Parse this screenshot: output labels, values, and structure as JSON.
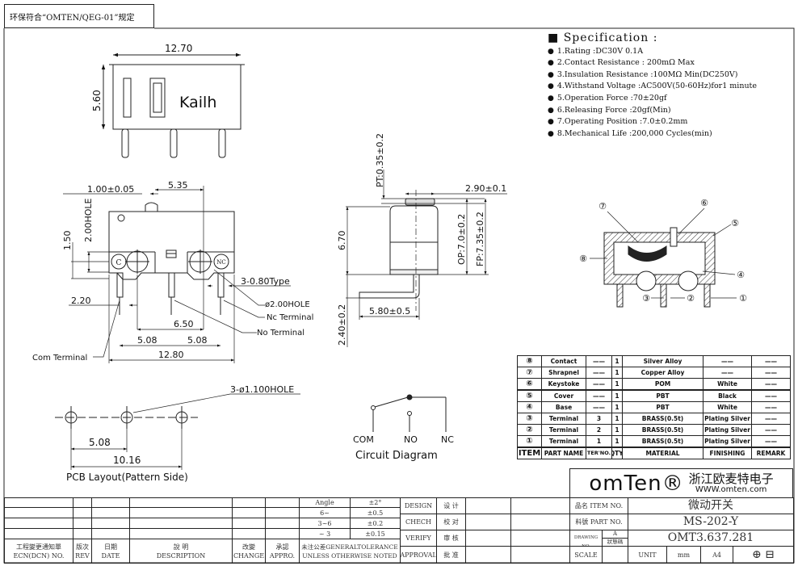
{
  "header_note": "环保符合“OMTEN/QEG-01”规定",
  "top_view": {
    "width": "12.70",
    "height": "5.60",
    "brand": "Kailh"
  },
  "side_view": {
    "d_plunger": "1.00±0.05",
    "d_535": "5.35",
    "d_hole": "2.00HOLE",
    "d_150": "1.50",
    "d_type": "3-0.80Type",
    "d_220": "2.20",
    "d_hole2": "ø2.00HOLE",
    "nc_terminal": "Nc Terminal",
    "d_650": "6.50",
    "no_terminal": "No Terminal",
    "d_508a": "5.08",
    "d_508b": "5.08",
    "com_terminal": "Com Terminal",
    "d_1280": "12.80",
    "c_label": "C",
    "nc_label": "NC"
  },
  "end_view": {
    "pt": "PT:0.35±0.2",
    "d_290": "2.90±0.1",
    "d_670": "6.70",
    "op": "OP:7.0±0.2",
    "fp": "FP:7.35±0.2",
    "d_580": "5.80±0.5",
    "d_240": "2.40±0.2"
  },
  "pcb": {
    "holes": "3-ø1.100HOLE",
    "d_508": "5.08",
    "d_1016": "10.16",
    "caption": "PCB Layout(Pattern Side)"
  },
  "circuit": {
    "com": "COM",
    "no": "NO",
    "nc": "NC",
    "caption": "Circuit Diagram"
  },
  "section_callouts": [
    "①",
    "②",
    "③",
    "④",
    "⑤",
    "⑥",
    "⑦",
    "⑧"
  ],
  "specification": {
    "title": "Specification :",
    "items": [
      "1.Rating :DC30V  0.1A",
      "2.Contact Resistance :  200mΩ Max",
      "3.Insulation Resistance :100MΩ  Min(DC250V)",
      "4.Withstand Voltage :AC500V(50-60Hz)for1 minute",
      "5.Operation Force :70±20gf",
      "6.Releasing Force :20gf(Min)",
      "7.Operating Position :7.0±0.2mm",
      "8.Mechanical Life :200,000 Cycles(min)"
    ]
  },
  "parts_table": {
    "headers": [
      "ITEM",
      "PART NAME",
      "TER'NO.",
      "QTY.",
      "MATERIAL",
      "FINISHING",
      "REMARK"
    ],
    "rows": [
      [
        "⑧",
        "Contact",
        "——",
        "1",
        "Silver Alloy",
        "——",
        "——"
      ],
      [
        "⑦",
        "Shrapnel",
        "——",
        "1",
        "Copper Alloy",
        "——",
        "——"
      ],
      [
        "⑥",
        "Keystoke",
        "——",
        "1",
        "POM",
        "White",
        "——"
      ],
      [
        "⑤",
        "Cover",
        "——",
        "1",
        "PBT",
        "Black",
        "——"
      ],
      [
        "④",
        "Base",
        "——",
        "1",
        "PBT",
        "White",
        "——"
      ],
      [
        "③",
        "Terminal",
        "3",
        "1",
        "BRASS(0.5t)",
        "Plating Silver",
        "——"
      ],
      [
        "②",
        "Terminal",
        "2",
        "1",
        "BRASS(0.5t)",
        "Plating Silver",
        "——"
      ],
      [
        "①",
        "Terminal",
        "1",
        "1",
        "BRASS(0.5t)",
        "Plating Silver",
        "——"
      ]
    ]
  },
  "revision_block": {
    "tolerances": [
      [
        "Angle",
        "±2°"
      ],
      [
        "6~",
        "±0.5"
      ],
      [
        "3~6",
        "±0.2"
      ],
      [
        "~ 3",
        "±0.15"
      ]
    ],
    "headers": [
      "工程變更通知單\nECN(DCN) NO.",
      "版次\nREV",
      "日期\nDATE",
      "說 明\nDESCRIPTION",
      "改變\nCHANGE",
      "承認\nAPPRO.",
      "未注公差GENERALTOLERANCE\nUNLESS OTHERWISE NOTED"
    ]
  },
  "approval_block": [
    [
      "DESIGN",
      "设 计"
    ],
    [
      "CHECH",
      "校 对"
    ],
    [
      "VERIFY",
      "审 核"
    ],
    [
      "APPROVAL",
      "批 准"
    ]
  ],
  "title_block": {
    "brand": "omTen®",
    "company": "浙江欧麦特电子",
    "url": "WWW.omten.com",
    "item_no_label": "品名 ITEM NO.",
    "item_no": "微动开关",
    "part_no_label": "料號 PART NO.",
    "part_no": "MS-202-Y",
    "drawing_no_label": "圖 號 DRAWING NO.",
    "drawing_rev": "A",
    "drawing_status": "狀態碼",
    "drawing_no": "OMT3.637.281",
    "scale_label": "SCALE",
    "unit_label": "UNIT",
    "unit": "mm",
    "paper": "A4",
    "projection_symbol": "⊕ ⊟"
  }
}
